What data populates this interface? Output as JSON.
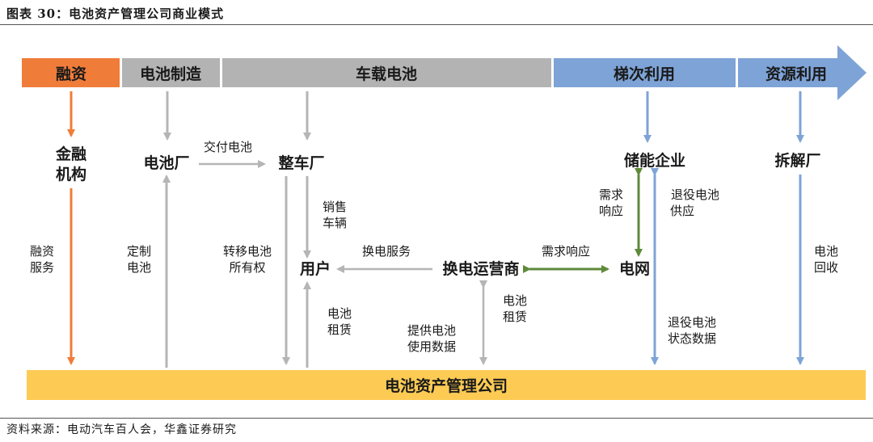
{
  "header": {
    "title": "图表 30：电池资产管理公司商业模式"
  },
  "footer": {
    "source": "资料来源：电动汽车百人会，华鑫证券研究"
  },
  "colors": {
    "orange": "#F07C3A",
    "gray": "#B5B5B5",
    "blue": "#7EA3D6",
    "green": "#5E8A3A",
    "yellow": "#FDCB54"
  },
  "stages": [
    {
      "label": "融资",
      "color": "#F07C3A"
    },
    {
      "label": "电池制造",
      "color": "#B3B3B3"
    },
    {
      "label": "车载电池",
      "color": "#B3B3B3"
    },
    {
      "label": "梯次利用",
      "color": "#7EA3D6"
    },
    {
      "label": "资源利用",
      "color": "#7EA3D6"
    }
  ],
  "nodes": {
    "finance": [
      "金融",
      "机构"
    ],
    "factory": "电池厂",
    "oem": "整车厂",
    "storage": "储能企业",
    "dismantle": "拆解厂",
    "user": "用户",
    "operator": "换电运营商",
    "grid": "电网",
    "company": "电池资产管理公司"
  },
  "edges": {
    "deliver": "交付电池",
    "finance_service": [
      "融资",
      "服务"
    ],
    "custom": [
      "定制",
      "电池"
    ],
    "transfer": [
      "转移电池",
      "所有权"
    ],
    "sell": [
      "销售",
      "车辆"
    ],
    "swap_service": "换电服务",
    "demand_top": "需求响应",
    "demand_side": [
      "需求",
      "响应"
    ],
    "retire_supply": [
      "退役电池",
      "供应"
    ],
    "rent_left": [
      "电池",
      "租赁"
    ],
    "provide_data": [
      "提供电池",
      "使用数据"
    ],
    "rent_right": [
      "电池",
      "租赁"
    ],
    "retire_data": [
      "退役电池",
      "状态数据"
    ],
    "recycle": [
      "电池",
      "回收"
    ]
  }
}
